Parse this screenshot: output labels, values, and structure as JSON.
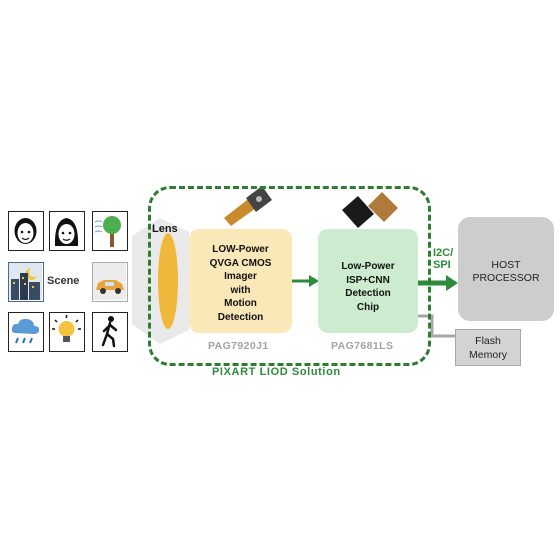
{
  "scene_label": "Scene",
  "lens_label": "Lens",
  "sensor_block": {
    "title": "LOW-Power\nQVGA  CMOS\nImager\nwith\nMotion\nDetection",
    "part_number": "PAG7920J1"
  },
  "detection_block": {
    "title": "Low-Power\nISP+CNN\nDetection\nChip",
    "part_number": "PAG7681LS"
  },
  "interface_label": "I2C/\nSPI",
  "host_label": "HOST\nPROCESSOR",
  "memory_label": "Flash\nMemory",
  "solution_label": "PIXART  LIOD  Solution",
  "scene_icons": [
    "face-icon",
    "girl-face-icon",
    "tree-wind-icon",
    "night-city-icon",
    "car-icon",
    "rain-cloud-icon",
    "lightbulb-icon",
    "walking-person-icon"
  ],
  "colors": {
    "accent_green": "#2e8b3a",
    "sensor_fill": "#fbe8b8",
    "detection_fill": "#cdeccf",
    "host_fill": "#cdcdcd",
    "lens": "#f0b83a"
  }
}
